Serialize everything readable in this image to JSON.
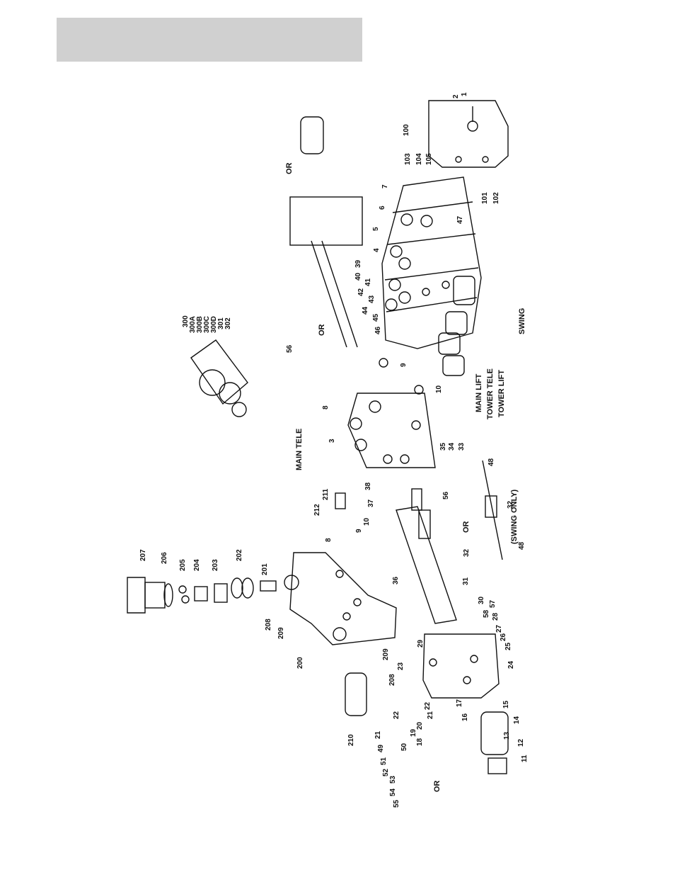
{
  "header": {
    "title": ""
  },
  "section_labels": {
    "main_tele": "MAIN TELE",
    "main_lift": "MAIN LIFT",
    "tower_tele": "TOWER TELE",
    "tower_lift": "TOWER LIFT",
    "swing": "SWING",
    "swing_only": "(SWING ONLY)",
    "or_top": "OR",
    "or_mid": "OR",
    "or_right": "OR",
    "or_bottom": "OR"
  },
  "callouts": {
    "c1": "1",
    "c2": "2",
    "c100": "100",
    "c103": "103",
    "c104": "104",
    "c105": "105",
    "c101": "101",
    "c102": "102",
    "c47": "47",
    "c7": "7",
    "c6": "6",
    "c5": "5",
    "c4": "4",
    "c39": "39",
    "c40": "40",
    "c41": "41",
    "c42": "42",
    "c43": "43",
    "c44": "44",
    "c45": "45",
    "c46": "46",
    "c56a": "56",
    "c300": "300",
    "c300A": "300A",
    "c300B": "300B",
    "c300C": "300C",
    "c300D": "300D",
    "c301": "301",
    "c302": "302",
    "c8a": "8",
    "c3": "3",
    "c9a": "9",
    "c10a": "10",
    "c35": "35",
    "c34": "34",
    "c33": "33",
    "c38": "38",
    "c37": "37",
    "c56b": "56",
    "c212": "212",
    "c211": "211",
    "c8b": "8",
    "c9b": "9",
    "c10b": "10",
    "c36": "36",
    "c48a": "48",
    "c32a": "32",
    "c48b": "48",
    "c32b": "32",
    "c31": "31",
    "c207": "207",
    "c206": "206",
    "c205": "205",
    "c204": "204",
    "c203": "203",
    "c202": "202",
    "c201": "201",
    "c208a": "208",
    "c209a": "209",
    "c200": "200",
    "c209b": "209",
    "c208b": "208",
    "c210": "210",
    "c29": "29",
    "c30": "30",
    "c57": "57",
    "c58": "58",
    "c28": "28",
    "c27": "27",
    "c26": "26",
    "c25": "25",
    "c24": "24",
    "c23": "23",
    "c17": "17",
    "c16": "16",
    "c15": "15",
    "c14": "14",
    "c13": "13",
    "c12": "12",
    "c11": "11",
    "c22a": "22",
    "c21a": "21",
    "c20": "20",
    "c19": "19",
    "c18": "18",
    "c22b": "22",
    "c21b": "21",
    "c49": "49",
    "c50": "50",
    "c51": "51",
    "c52": "52",
    "c53": "53",
    "c54": "54",
    "c55": "55"
  }
}
